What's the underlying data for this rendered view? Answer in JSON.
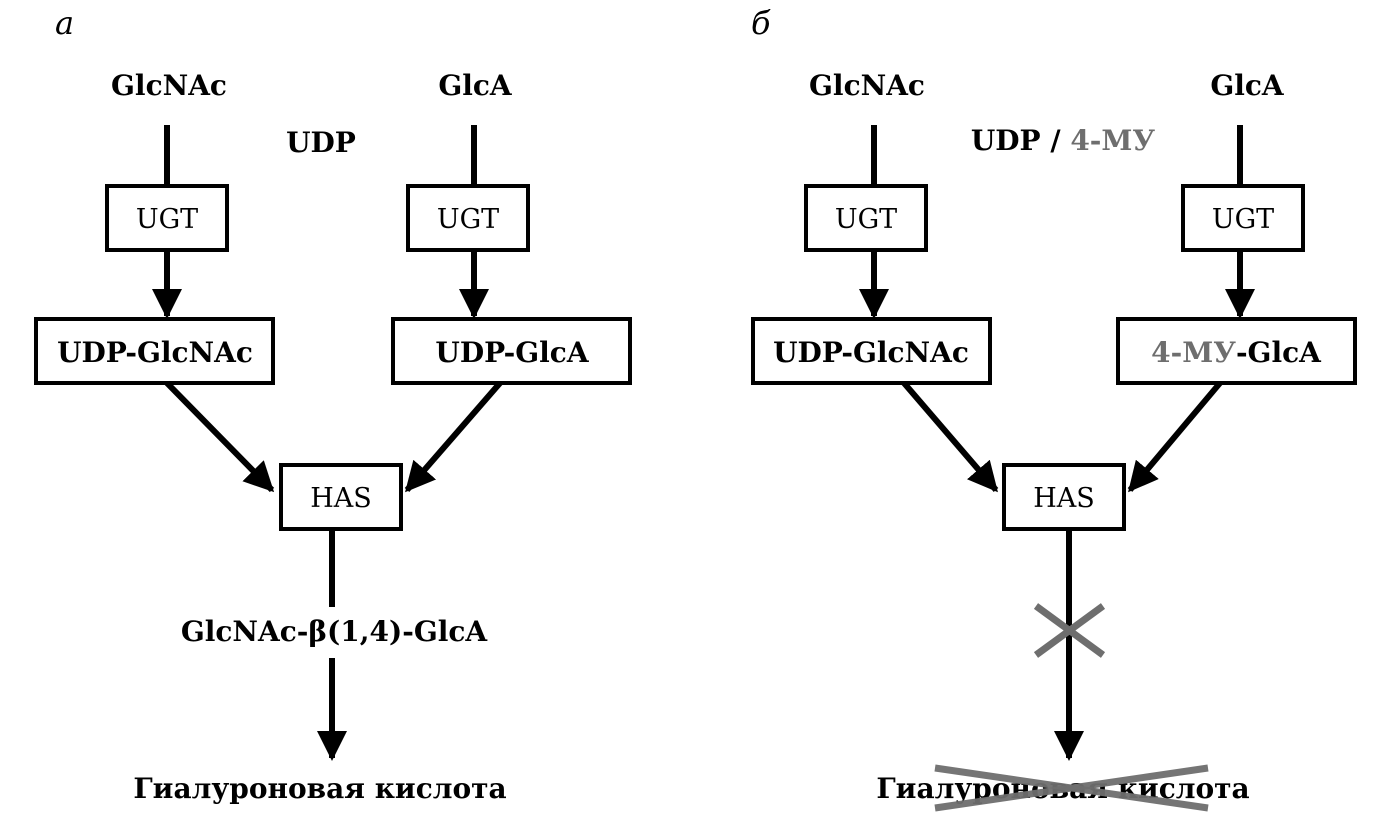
{
  "colors": {
    "ink": "#000000",
    "inhibitor": "#6e6e6e",
    "background": "#ffffff"
  },
  "panel_a": {
    "panel_label": "а",
    "substrate_left": "GlcNAc",
    "substrate_right": "GlcA",
    "cofactor": "UDP",
    "enzyme_left": "UGT",
    "enzyme_right": "UGT",
    "intermediate_left": "UDP-GlcNAc",
    "intermediate_right": "UDP-GlcA",
    "synthase": "HAS",
    "disaccharide": "GlcNAc-β(1,4)-GlcA",
    "product": "Гиалуроновая кислота"
  },
  "panel_b": {
    "panel_label": "б",
    "substrate_left": "GlcNAc",
    "substrate_right": "GlcA",
    "cofactor_main": "UDP",
    "cofactor_separator": " / ",
    "cofactor_inhibitor": "4-МУ",
    "enzyme_left": "UGT",
    "enzyme_right": "UGT",
    "intermediate_left": "UDP-GlcNAc",
    "intermediate_right_inhibitor": "4-МУ",
    "intermediate_right_rest": "-GlcA",
    "synthase": "HAS",
    "blocked_step_icon": "cross-mark",
    "product": "Гиалуроновая кислота",
    "product_status": "crossed-out"
  }
}
